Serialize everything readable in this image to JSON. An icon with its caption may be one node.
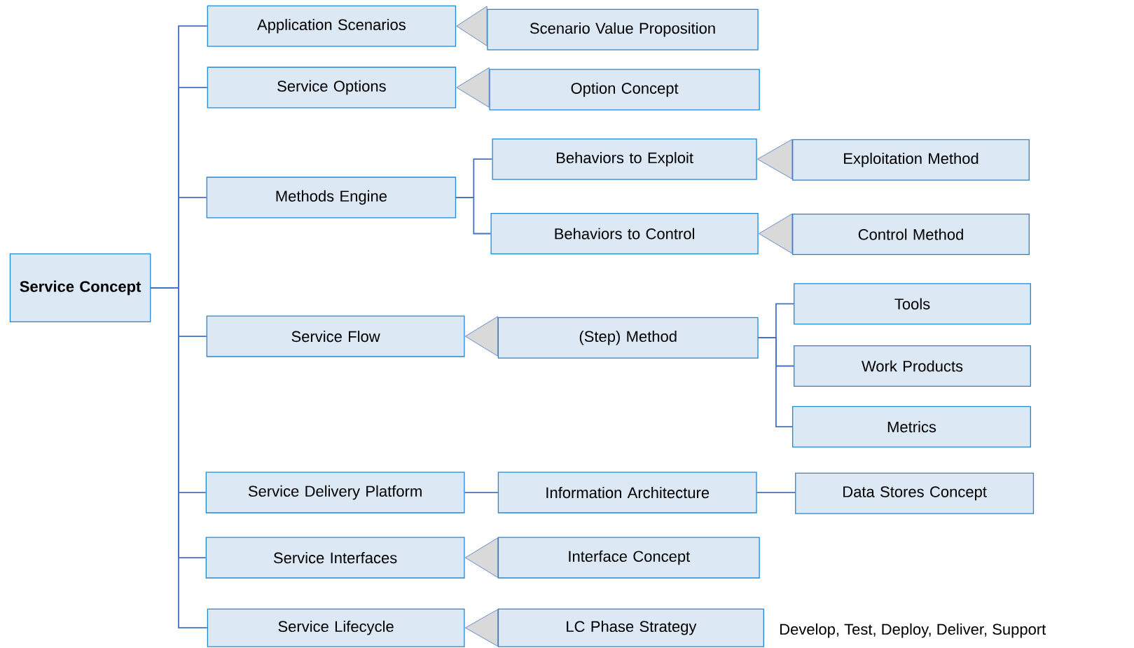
{
  "diagram": {
    "nodes": [
      {
        "text": [
          "Service Concept"
        ]
      },
      {
        "text": [
          "Application Scenarios"
        ]
      },
      {
        "text": [
          "Scenario Value Proposition"
        ]
      },
      {
        "text": [
          "Service Options"
        ]
      },
      {
        "text": [
          "Option Concept"
        ]
      },
      {
        "text": [
          "Methods Engine"
        ]
      },
      {
        "text": [
          "Behaviors to Exploit"
        ]
      },
      {
        "text": [
          "Exploitation Method"
        ]
      },
      {
        "text": [
          "Behaviors to Control"
        ]
      },
      {
        "text": [
          "Control Method"
        ]
      },
      {
        "text": [
          "Service Flow"
        ]
      },
      {
        "text": [
          "(Step) Method"
        ]
      },
      {
        "text": [
          "Tools"
        ]
      },
      {
        "text": [
          "Work Products"
        ]
      },
      {
        "text": [
          "Metrics"
        ]
      },
      {
        "text": [
          "Service Delivery Platform"
        ]
      },
      {
        "text": [
          "Information Architecture"
        ]
      },
      {
        "text": [
          "Data Stores Concept"
        ]
      },
      {
        "text": [
          "Service Interfaces"
        ]
      },
      {
        "text": [
          "Interface Concept"
        ]
      },
      {
        "text": [
          "Service Lifecycle"
        ]
      },
      {
        "text": [
          "LC Phase Strategy"
        ],
        "beside": [
          "Develop, Test, Deploy, Deliver, Support"
        ]
      }
    ],
    "edges": [
      {
        "from": 0,
        "to": 1,
        "arrow": "none"
      },
      {
        "from": 0,
        "to": 3,
        "arrow": "none"
      },
      {
        "from": 0,
        "to": 5,
        "arrow": "none"
      },
      {
        "from": 0,
        "to": 10,
        "arrow": "none"
      },
      {
        "from": 0,
        "to": 15,
        "arrow": "none"
      },
      {
        "from": 0,
        "to": 18,
        "arrow": "none"
      },
      {
        "from": 0,
        "to": 20,
        "arrow": "none"
      },
      {
        "from": 2,
        "to": 1,
        "arrow": "to"
      },
      {
        "from": 4,
        "to": 3,
        "arrow": "to"
      },
      {
        "from": 5,
        "to": 6,
        "arrow": "none"
      },
      {
        "from": 5,
        "to": 8,
        "arrow": "none"
      },
      {
        "from": 7,
        "to": 6,
        "arrow": "to"
      },
      {
        "from": 9,
        "to": 8,
        "arrow": "to"
      },
      {
        "from": 11,
        "to": 10,
        "arrow": "to"
      },
      {
        "from": 11,
        "to": 12,
        "arrow": "none"
      },
      {
        "from": 11,
        "to": 13,
        "arrow": "none"
      },
      {
        "from": 11,
        "to": 14,
        "arrow": "none"
      },
      {
        "from": 15,
        "to": 16,
        "arrow": "none"
      },
      {
        "from": 16,
        "to": 17,
        "arrow": "none"
      },
      {
        "from": 19,
        "to": 18,
        "arrow": "to"
      },
      {
        "from": 21,
        "to": 20,
        "arrow": "to"
      }
    ]
  }
}
